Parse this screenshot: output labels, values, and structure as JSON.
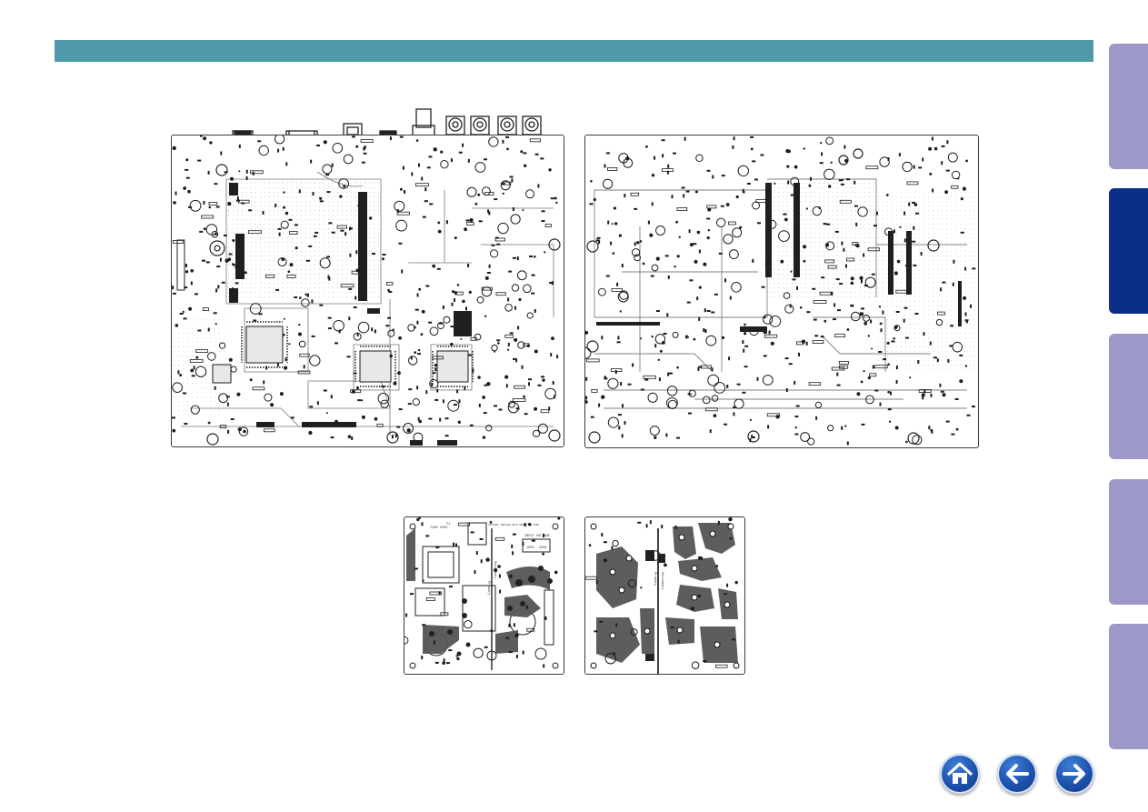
{
  "header": {
    "color": "#4f99aa"
  },
  "side_tabs": [
    {
      "state": "inactive",
      "color": "#9c98c8"
    },
    {
      "state": "active",
      "color": "#0b2e86"
    },
    {
      "state": "inactive",
      "color": "#9c98c8"
    },
    {
      "state": "inactive",
      "color": "#9c98c8"
    },
    {
      "state": "inactive",
      "color": "#9c98c8"
    }
  ],
  "boards": {
    "main_top": {
      "view": "component-side"
    },
    "main_bottom": {
      "view": "solder-side"
    },
    "power_top": {
      "view": "component-side",
      "labels": {
        "input_voltage": "INPUT VOLTAGE",
        "v_low": "100V",
        "v_high": "230V",
        "caution": "CAUTION: REPLACE WITH SAME TYPE FUSE",
        "fuse_rating": "T4AH 250V",
        "fuse_ref": "F1",
        "primary": "Primary",
        "secondary": "Secondary"
      }
    },
    "power_bottom": {
      "view": "solder-side",
      "labels": {
        "primary": "Primary",
        "secondary": "Secondary"
      }
    }
  },
  "nav": [
    {
      "name": "home",
      "icon": "home-icon"
    },
    {
      "name": "back",
      "icon": "arrow-left-icon"
    },
    {
      "name": "forward",
      "icon": "arrow-right-icon"
    }
  ]
}
